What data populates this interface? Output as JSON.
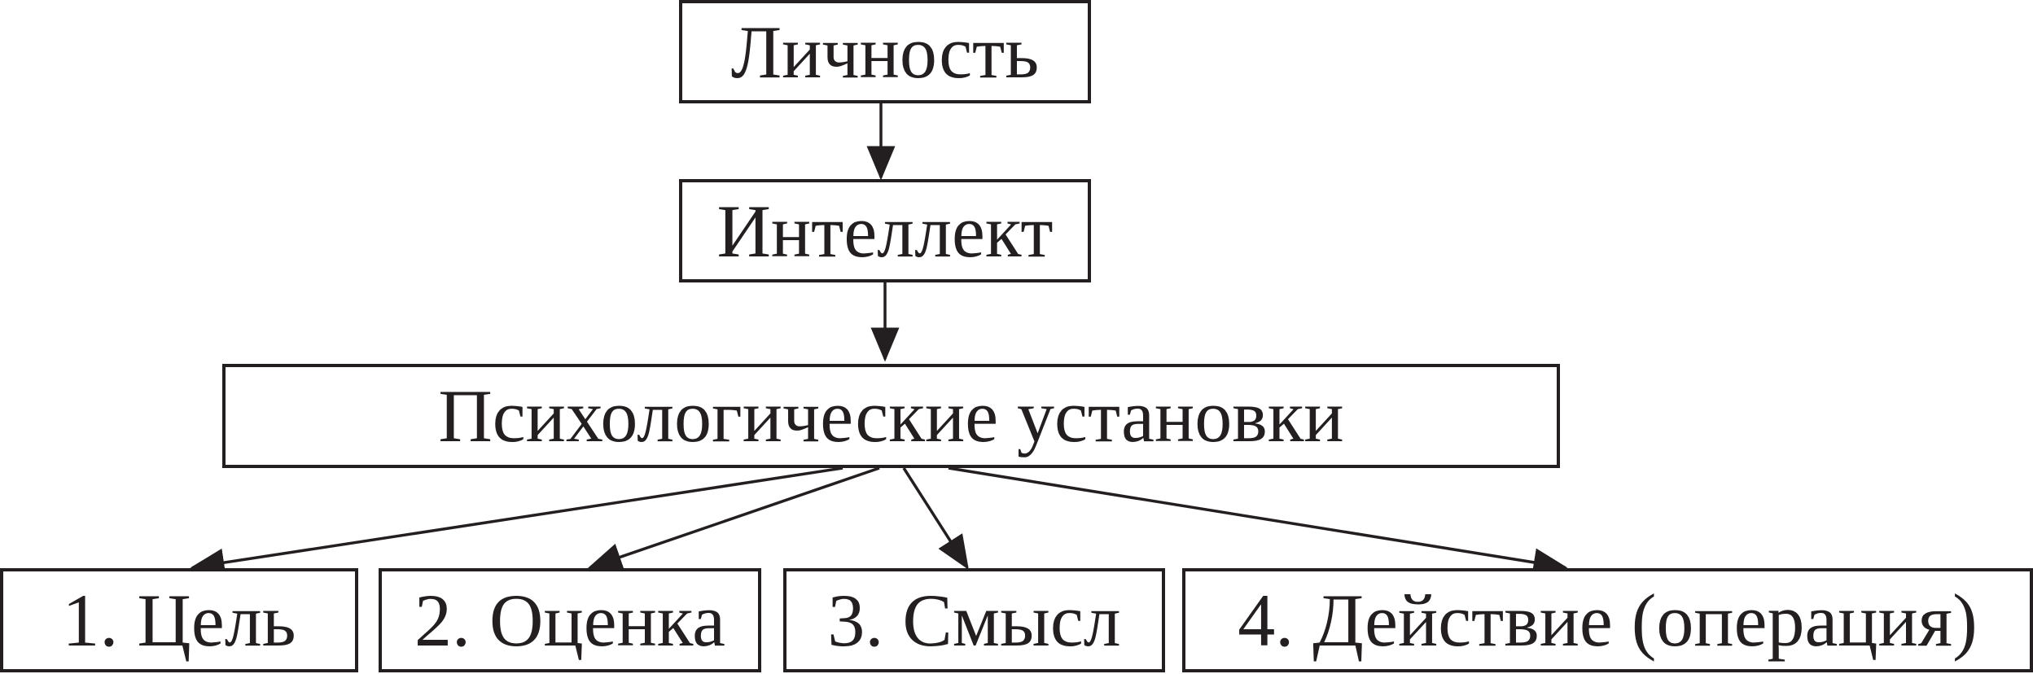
{
  "diagram": {
    "top": {
      "label": "Личность"
    },
    "middle": {
      "label": "Интеллект"
    },
    "attitudes": {
      "label": "Психологические установки"
    },
    "leaves": [
      {
        "label": "1. Цель"
      },
      {
        "label": "2. Оценка"
      },
      {
        "label": "3. Смысл"
      },
      {
        "label": "4. Действие (операция)"
      }
    ]
  }
}
